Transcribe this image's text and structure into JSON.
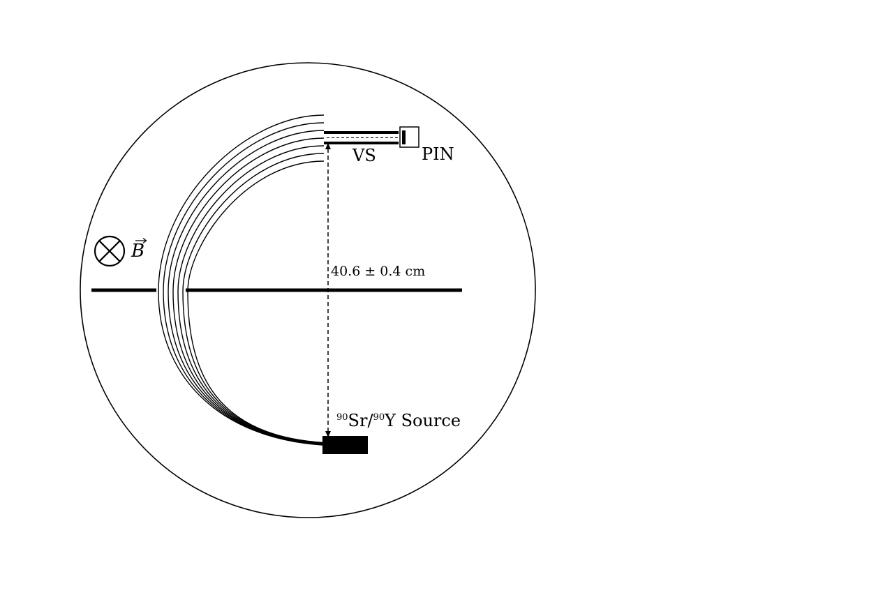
{
  "labels": {
    "magnetic_field": "B",
    "vs": "VS",
    "pin": "PIN",
    "distance": "40.6 ± 0.4 cm",
    "source_isotope_1": "90",
    "source_element_1": "Sr/",
    "source_isotope_2": "90",
    "source_element_2": "Y Source"
  },
  "trajectories": {
    "count": 7
  },
  "colors": {
    "ink": "#000000",
    "background": "#ffffff"
  }
}
